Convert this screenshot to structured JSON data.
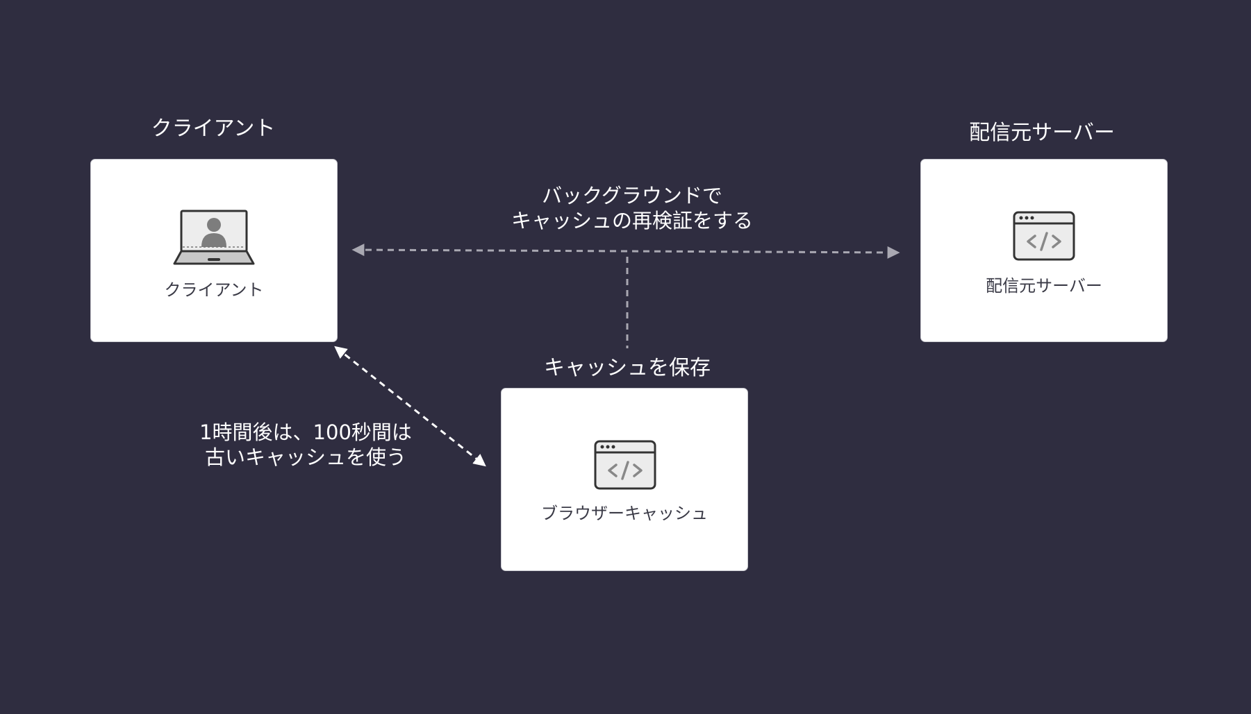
{
  "colors": {
    "background": "#2f2d40",
    "node_fill": "#ffffff",
    "title_text": "#ffffff",
    "node_label_text": "#3a3a46",
    "edge_gray": "#a9a8b2",
    "edge_white": "#ffffff"
  },
  "nodes": {
    "client": {
      "title": "クライアント",
      "label": "クライアント",
      "icon": "laptop-user-icon"
    },
    "origin_server": {
      "title": "配信元サーバー",
      "label": "配信元サーバー",
      "icon": "browser-code-icon"
    },
    "browser_cache": {
      "title": "キャッシュを保存",
      "label": "ブラウザーキャッシュ",
      "icon": "browser-code-icon"
    }
  },
  "edges": {
    "revalidate": {
      "label_line1": "バックグラウンドで",
      "label_line2": "キャッシュの再検証をする",
      "style": "dashed-bidirectional"
    },
    "stale_use": {
      "label_line1": "1時間後は、100秒間は",
      "label_line2": "古いキャッシュを使う",
      "style": "dashed-bidirectional"
    }
  }
}
